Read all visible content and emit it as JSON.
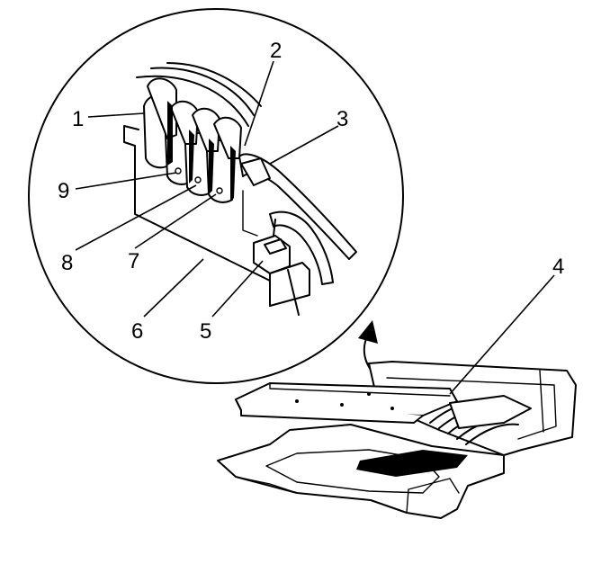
{
  "callouts": [
    {
      "id": "1",
      "label": "1"
    },
    {
      "id": "2",
      "label": "2"
    },
    {
      "id": "3",
      "label": "3"
    },
    {
      "id": "4",
      "label": "4"
    },
    {
      "id": "5",
      "label": "5"
    },
    {
      "id": "6",
      "label": "6"
    },
    {
      "id": "7",
      "label": "7"
    },
    {
      "id": "8",
      "label": "8"
    },
    {
      "id": "9",
      "label": "9"
    }
  ],
  "colors": {
    "ink": "#000000",
    "paper": "#ffffff"
  }
}
